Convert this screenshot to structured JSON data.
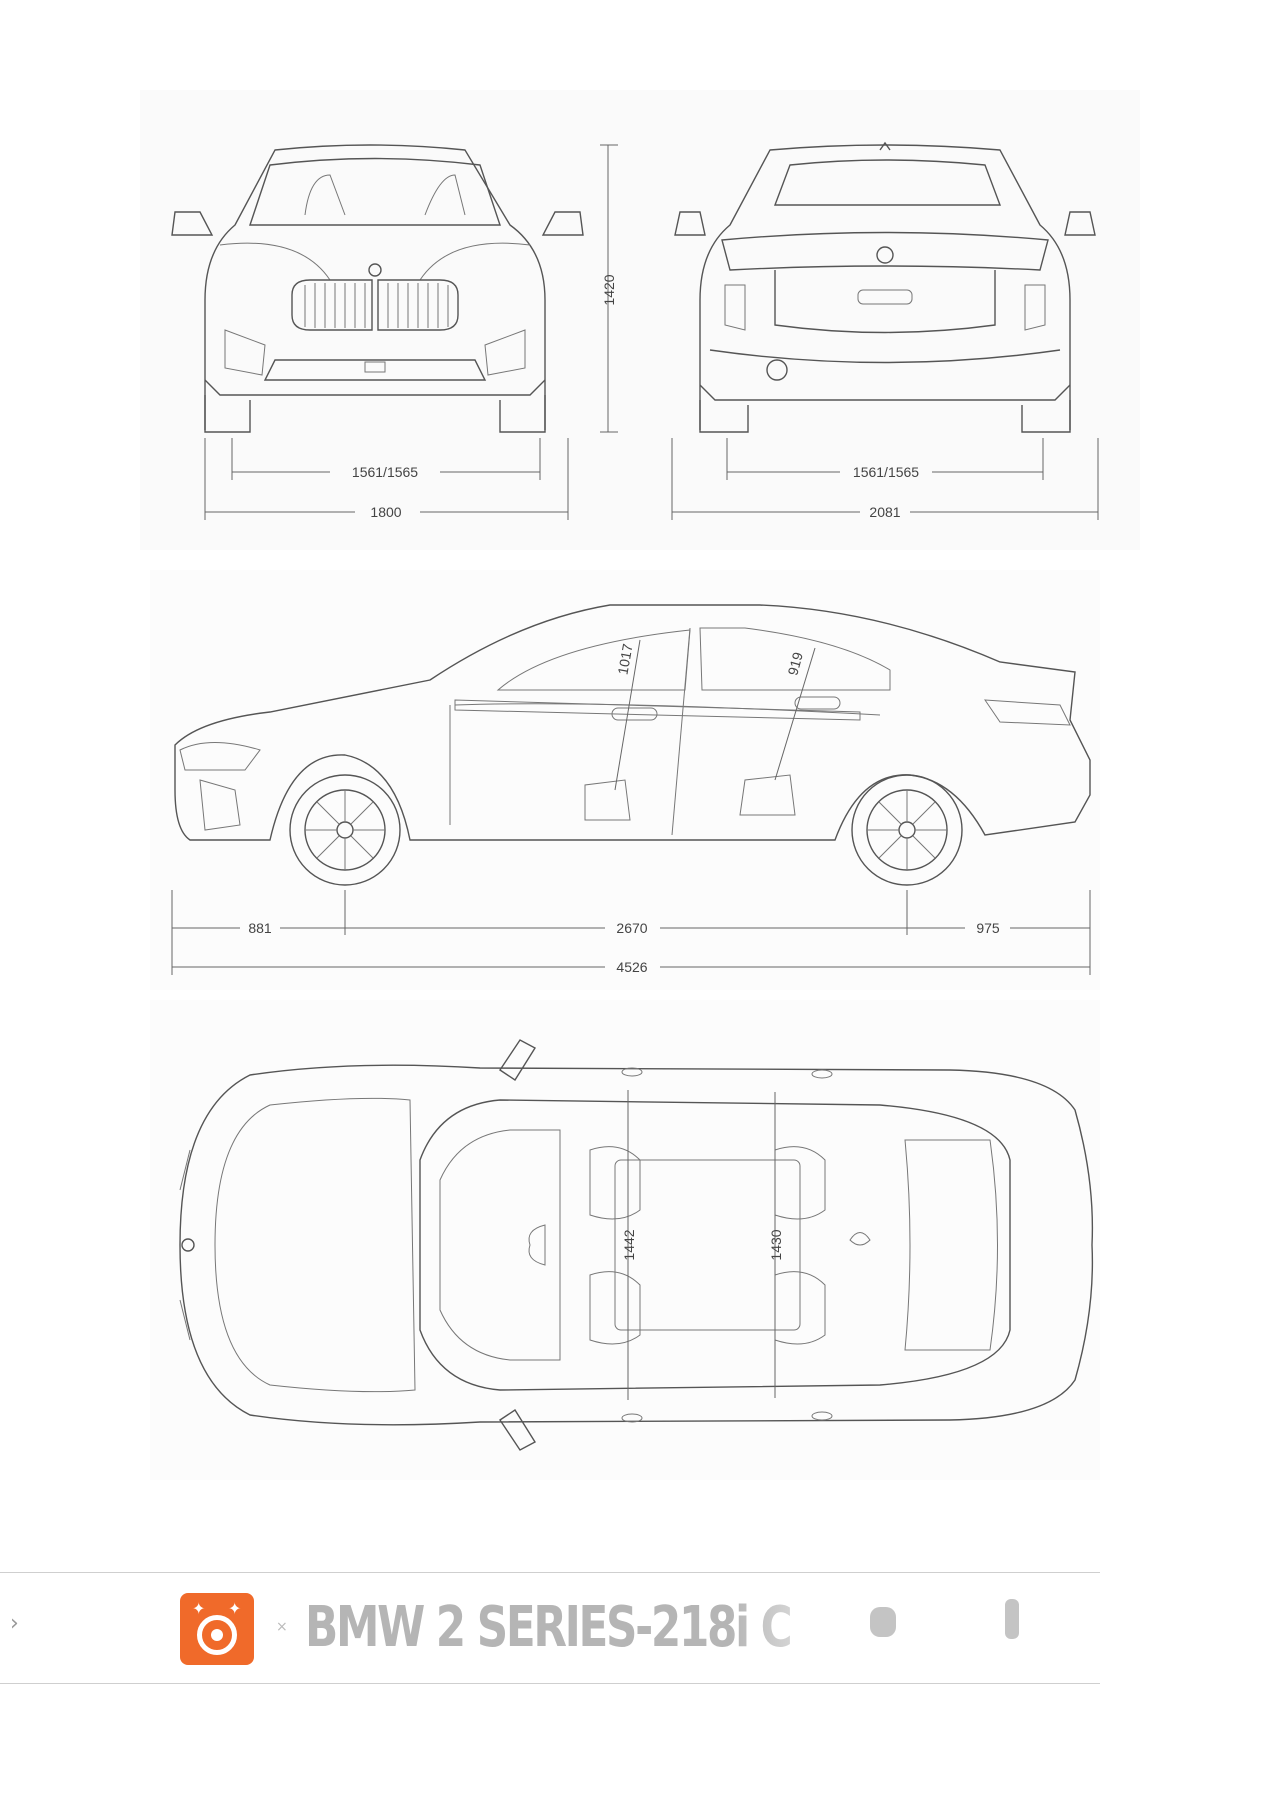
{
  "dimensions": {
    "front_track": "1561/1565",
    "width": "1800",
    "height": "1420",
    "rear_track": "1561/1565",
    "width_with_mirrors": "2081",
    "front_overhang": "881",
    "wheelbase": "2670",
    "rear_overhang": "975",
    "length": "4526",
    "front_headroom": "1017",
    "rear_headroom": "919",
    "front_interior_width": "1442",
    "rear_interior_width": "1430"
  },
  "footer": {
    "title": "BMW 2 SERIES-218i C",
    "chevron": "›",
    "separator": "×",
    "logo_icon": "camera-logo-icon",
    "logo_color": "#f06a2a"
  }
}
